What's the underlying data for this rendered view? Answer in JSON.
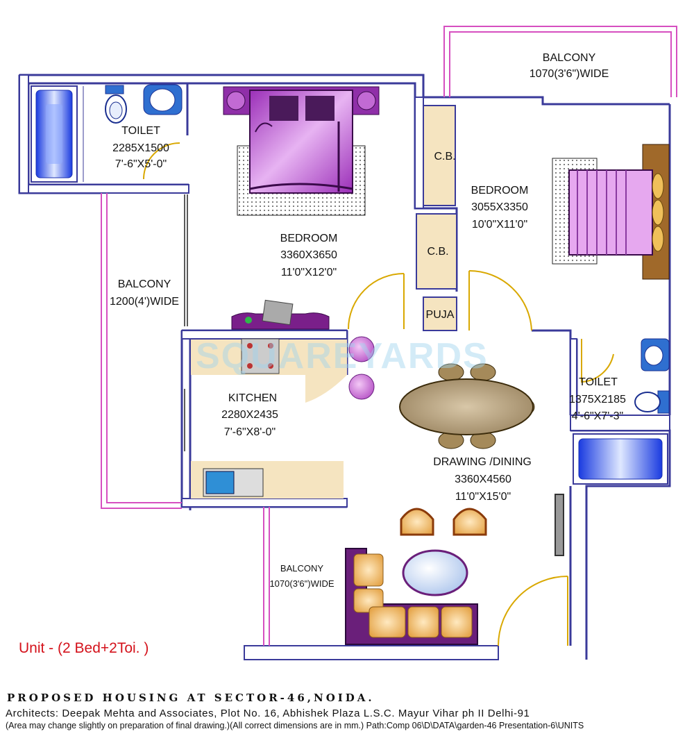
{
  "watermark": "SQUAREYARDS",
  "rooms": {
    "balcony_top": {
      "name": "BALCONY",
      "size": "1070(3'6\")WIDE"
    },
    "toilet_1": {
      "name": "TOILET",
      "size_mm": "2285X1500",
      "size_ft": "7'-6\"X5'-0\""
    },
    "bedroom_1": {
      "name": "BEDROOM",
      "size_mm": "3360X3650",
      "size_ft": "11'0\"X12'0\""
    },
    "bedroom_2": {
      "name": "BEDROOM",
      "size_mm": "3055X3350",
      "size_ft": "10'0\"X11'0\""
    },
    "cb_1": {
      "name": "C.B."
    },
    "cb_2": {
      "name": "C.B."
    },
    "puja": {
      "name": "PUJA"
    },
    "balcony_left": {
      "name": "BALCONY",
      "size": "1200(4')WIDE"
    },
    "kitchen": {
      "name": "KITCHEN",
      "size_mm": "2280X2435",
      "size_ft": "7'-6\"X8'-0\""
    },
    "toilet_2": {
      "name": "TOILET",
      "size_mm": "1375X2185",
      "size_ft": "4'-6\"X7'-3\""
    },
    "drawing_dining": {
      "name": "DRAWING /DINING",
      "size_mm": "3360X4560",
      "size_ft": "11'0\"X15'0\""
    },
    "balcony_bottom": {
      "name": "BALCONY",
      "size": "1070(3'6\")WIDE"
    }
  },
  "unit_label": "Unit - (2 Bed+2Toi. )",
  "footer": {
    "project": "PROPOSED HOUSING AT SECTOR-46,NOIDA.",
    "architects": "Architects: Deepak Mehta and Associates, Plot No. 16, Abhishek Plaza L.S.C. Mayur Vihar ph II Delhi-91",
    "note": "(Area may change slightly on preparation of final drawing.)(All correct dimensions are in mm.) Path:Comp 06\\D\\DATA\\garden-46 Presentation-6\\UNITS"
  },
  "colors": {
    "wall": "#3a3a9a",
    "balcony_rail": "#d64fc0",
    "furniture_purple": "#a03cbc",
    "cupboard": "#f5e4c0",
    "door_arc": "#d9a800",
    "unit_label": "#d4121b"
  }
}
